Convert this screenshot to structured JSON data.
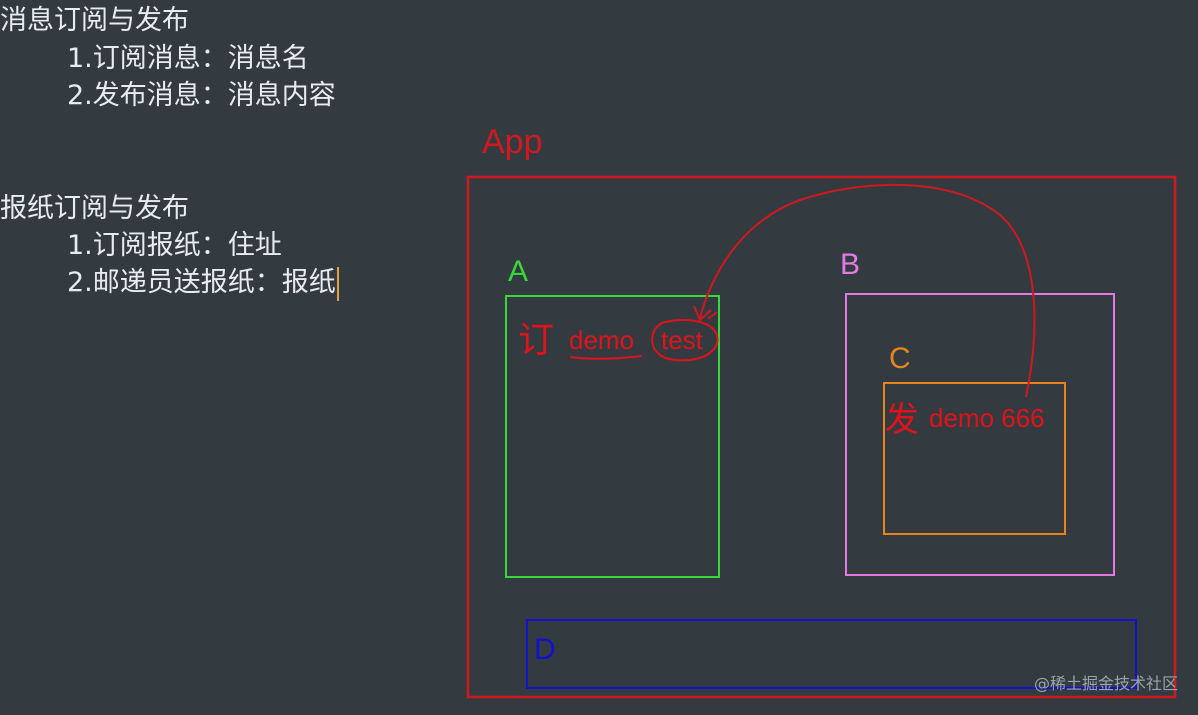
{
  "notes": {
    "section1_title": "消息订阅与发布",
    "section1_items": [
      "1.订阅消息：消息名",
      "2.发布消息：消息内容"
    ],
    "section2_title": "报纸订阅与发布",
    "section2_items": [
      "1.订阅报纸：住址",
      "2.邮递员送报纸：报纸"
    ]
  },
  "diagram": {
    "app_label": "App",
    "a_label": "A",
    "b_label": "B",
    "c_label": "C",
    "d_label": "D",
    "a_annotation_char": "订",
    "a_annotation_demo": "demo",
    "a_annotation_test": "test",
    "c_annotation_char": "发",
    "c_annotation_text": "demo 666"
  },
  "colors": {
    "background": "#333b41",
    "app": "#d0191f",
    "a": "#3ad63a",
    "b": "#e27ae4",
    "c": "#e8841e",
    "d": "#1111d6",
    "annotation": "#e0121a"
  },
  "watermark": "@稀土掘金技术社区"
}
